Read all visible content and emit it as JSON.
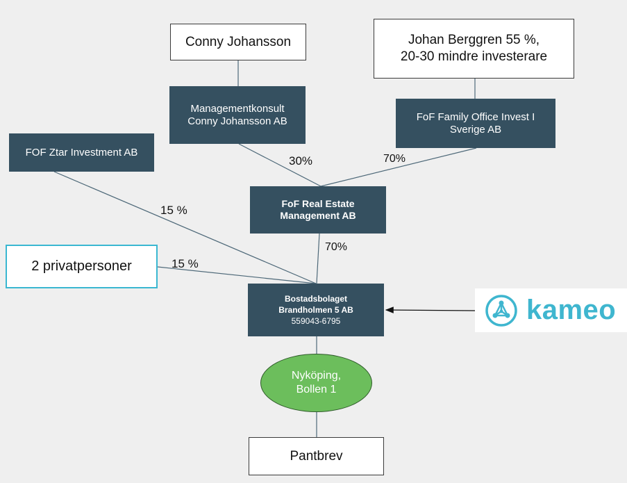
{
  "nodes": {
    "conny_johansson": {
      "lines": [
        "Conny Johansson"
      ]
    },
    "johan_berggren": {
      "lines": [
        "Johan Berggren 55 %,",
        "20-30 mindre investerare"
      ]
    },
    "managementkonsult": {
      "lines": [
        "Managementkonsult",
        "Conny Johansson AB"
      ]
    },
    "fof_family_office": {
      "lines": [
        "FoF Family Office Invest I",
        "Sverige AB"
      ]
    },
    "fof_ztar": {
      "lines": [
        "FOF Ztar Investment AB"
      ]
    },
    "fof_real_estate": {
      "lines": [
        "FoF Real Estate",
        "Management AB"
      ]
    },
    "privatpersoner": {
      "lines": [
        "2 privatpersoner"
      ]
    },
    "bostadsbolaget": {
      "lines": [
        "Bostadsbolaget",
        "Brandholmen 5 AB",
        "559043-6795"
      ]
    },
    "nykoping": {
      "lines": [
        "Nyköping,",
        "Bollen 1"
      ]
    },
    "pantbrev": {
      "lines": [
        "Pantbrev"
      ]
    }
  },
  "edge_labels": {
    "managementkonsult_to_realestate": "30%",
    "family_office_to_realestate": "70%",
    "ztar_to_bostad": "15 %",
    "privatpersoner_to_bostad": "15 %",
    "realestate_to_bostad": "70%"
  },
  "logo": {
    "icon": "kameo-logo-icon",
    "wordmark": "kameo"
  },
  "colors": {
    "dark_box": "#355060",
    "ellipse_fill": "#6cbe5c",
    "cyan_border": "#3ab7d1",
    "kameo_brand": "#3fb6cf",
    "line": "#4d6878"
  }
}
